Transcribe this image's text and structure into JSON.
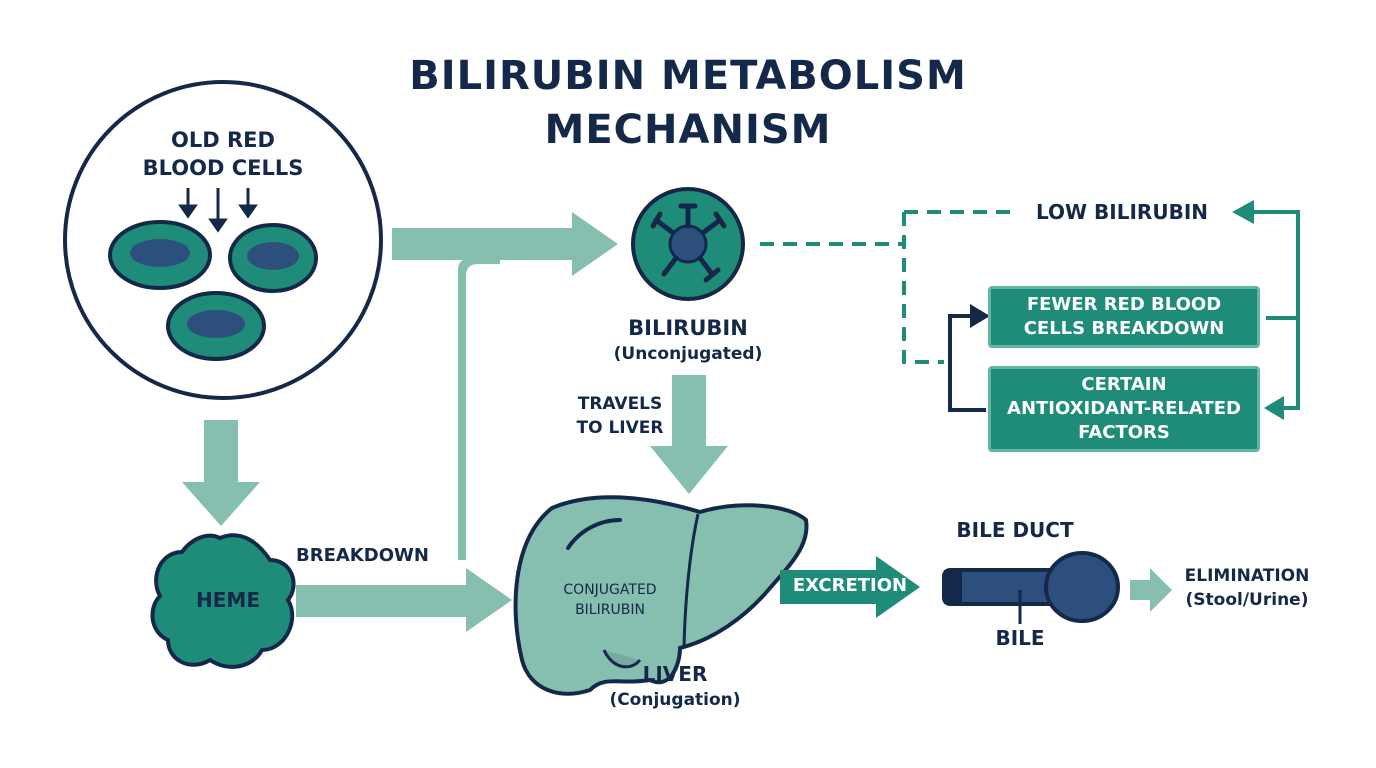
{
  "title": {
    "line1": "BILIRUBIN METABOLISM",
    "line2": "MECHANISM"
  },
  "rbc": {
    "line1": "OLD RED",
    "line2": "BLOOD CELLS"
  },
  "heme": {
    "label": "HEME"
  },
  "breakdown": {
    "label": "BREAKDOWN"
  },
  "bilirubin": {
    "label": "BILIRUBIN",
    "sub": "(Unconjugated)"
  },
  "travels": {
    "line1": "TRAVELS",
    "line2": "TO LIVER"
  },
  "liver": {
    "inner_line1": "CONJUGATED",
    "inner_line2": "BILIRUBIN",
    "label": "LIVER",
    "sub": "(Conjugation)"
  },
  "excretion": {
    "label": "EXCRETION"
  },
  "bile_duct": {
    "label": "BILE DUCT",
    "bile": "BILE"
  },
  "elimination": {
    "label": "ELIMINATION",
    "sub": "(Stool/Urine)"
  },
  "low_bilirubin": {
    "label": "LOW BILIRUBIN"
  },
  "factors": [
    {
      "line1": "FEWER RED BLOOD",
      "line2": "CELLS BREAKDOWN"
    },
    {
      "line1": "CERTAIN",
      "line2": "ANTIOXIDANT-RELATED",
      "line3": "FACTORS"
    }
  ],
  "colors": {
    "navy": "#14294a",
    "teal": "#1e8c78",
    "light_teal": "#86bfb0",
    "duct": "#2d4f7e"
  }
}
